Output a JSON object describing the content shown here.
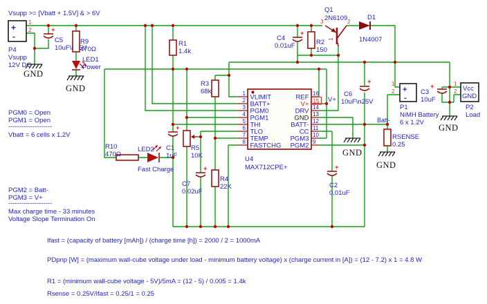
{
  "colors": {
    "wire_green": "#0da10d",
    "component_red": "#9b1212",
    "junction_red": "#c40000",
    "annotation_blue": "#2222cc",
    "pin_highlight_red": "#dd2222",
    "text_black": "#1a1a1a"
  },
  "notes": {
    "supply": "Vsupp >= [Vbatt + 1.5V] & > 6V",
    "pgm0": "PGM0 = Open",
    "pgm1": "PGM1 = Open",
    "sep1": "--------------------",
    "vbatt": "Vbatt = 6 cells x 1.2V",
    "pgm2": "PGM2 = Batt-",
    "pgm3": "PGM3 = V+",
    "sep2": "--------------------",
    "max_charge": "Max charge time - 33 minutes",
    "slope": "Voltage Slope Termination On",
    "f_ifast": "Ifast = (capacity of battery [mAh]) / (charge time [h]) = 2000 / 2 = 1000mA",
    "f_pdpnp": "PDpnp [W] = (maximum wall-cube voltage under load - minimum battery voltage) x (charge current in [A]) = (12 - 7.2) x 1 = 4.8 W",
    "f_r1": "R1 = (minimum wall-cube voltage - 5V)/5mA = (12 - 5) / 0.005 = 1.4k",
    "f_rsense": "Rsense = 0.25V/Ifast = 0.25/1 = 0.25"
  },
  "marks": {
    "plus": "+",
    "minus": "-"
  },
  "components": {
    "p4": {
      "ref": "P4",
      "name": "Vsupp",
      "value": "12V DC",
      "pin1": "1",
      "pin2": "2"
    },
    "c5": {
      "ref": "C5",
      "value": "10uF\\n25V"
    },
    "r9": {
      "ref": "R9",
      "value": "470Ω"
    },
    "led1": {
      "ref": "LED1",
      "value": "Power"
    },
    "r1": {
      "ref": "R1",
      "value": "1.4k"
    },
    "c4": {
      "ref": "C4",
      "value": "0.01uF"
    },
    "r2": {
      "ref": "R2",
      "value": "150"
    },
    "q1": {
      "ref": "Q1",
      "value": "2N6109",
      "pin1": "1",
      "pin2": "2",
      "pin3": "3"
    },
    "d1": {
      "ref": "D1",
      "value": "1N4007"
    },
    "r10": {
      "ref": "R10",
      "value": "470Ω"
    },
    "led2": {
      "ref": "LED2",
      "value": "Fast Charge"
    },
    "c1": {
      "ref": "C1",
      "value": "1uF"
    },
    "r5": {
      "ref": "R5",
      "value": "10K"
    },
    "c7": {
      "ref": "C7",
      "value": "0.02uF"
    },
    "r3": {
      "ref": "R3",
      "value": "68k"
    },
    "r4": {
      "ref": "R4",
      "value": "22K"
    },
    "c2": {
      "ref": "C2",
      "value": "0.01uF"
    },
    "c6": {
      "ref": "C6",
      "value": "10uF\\n25V"
    },
    "c3": {
      "ref": "C3",
      "value": "10uF"
    },
    "p1": {
      "ref": "P1",
      "name": "NiMH Battery",
      "value": "6 x 1.2V",
      "pin1": "1",
      "pin2": "2"
    },
    "p2": {
      "ref": "P2",
      "name": "Load",
      "pin1": "1",
      "pin2": "2",
      "vcc": "Vcc",
      "gnd": "GND"
    },
    "rsense": {
      "ref": "RSENSE",
      "value": "0.25"
    }
  },
  "ic": {
    "ref": "U4",
    "part": "MAX712CPE+",
    "left_pins": [
      {
        "num": "1",
        "name": "VLIMIT"
      },
      {
        "num": "2",
        "name": "BATT+"
      },
      {
        "num": "3",
        "name": "PGM0"
      },
      {
        "num": "4",
        "name": "PGM1"
      },
      {
        "num": "5",
        "name": "THI"
      },
      {
        "num": "6",
        "name": "TLO"
      },
      {
        "num": "7",
        "name": "TEMP"
      },
      {
        "num": "8",
        "name": "FASTCHG"
      }
    ],
    "right_pins": [
      {
        "num": "16",
        "name": "REF"
      },
      {
        "num": "15",
        "name": "V+"
      },
      {
        "num": "14",
        "name": "DRV"
      },
      {
        "num": "13",
        "name": "GND"
      },
      {
        "num": "12",
        "name": "BATT-"
      },
      {
        "num": "11",
        "name": "CC"
      },
      {
        "num": "10",
        "name": "PGM3"
      },
      {
        "num": "9",
        "name": "PGM2"
      }
    ]
  },
  "net_labels": {
    "v_plus": "V+",
    "batt_minus": "Batt-"
  },
  "gnd_label": "GND"
}
